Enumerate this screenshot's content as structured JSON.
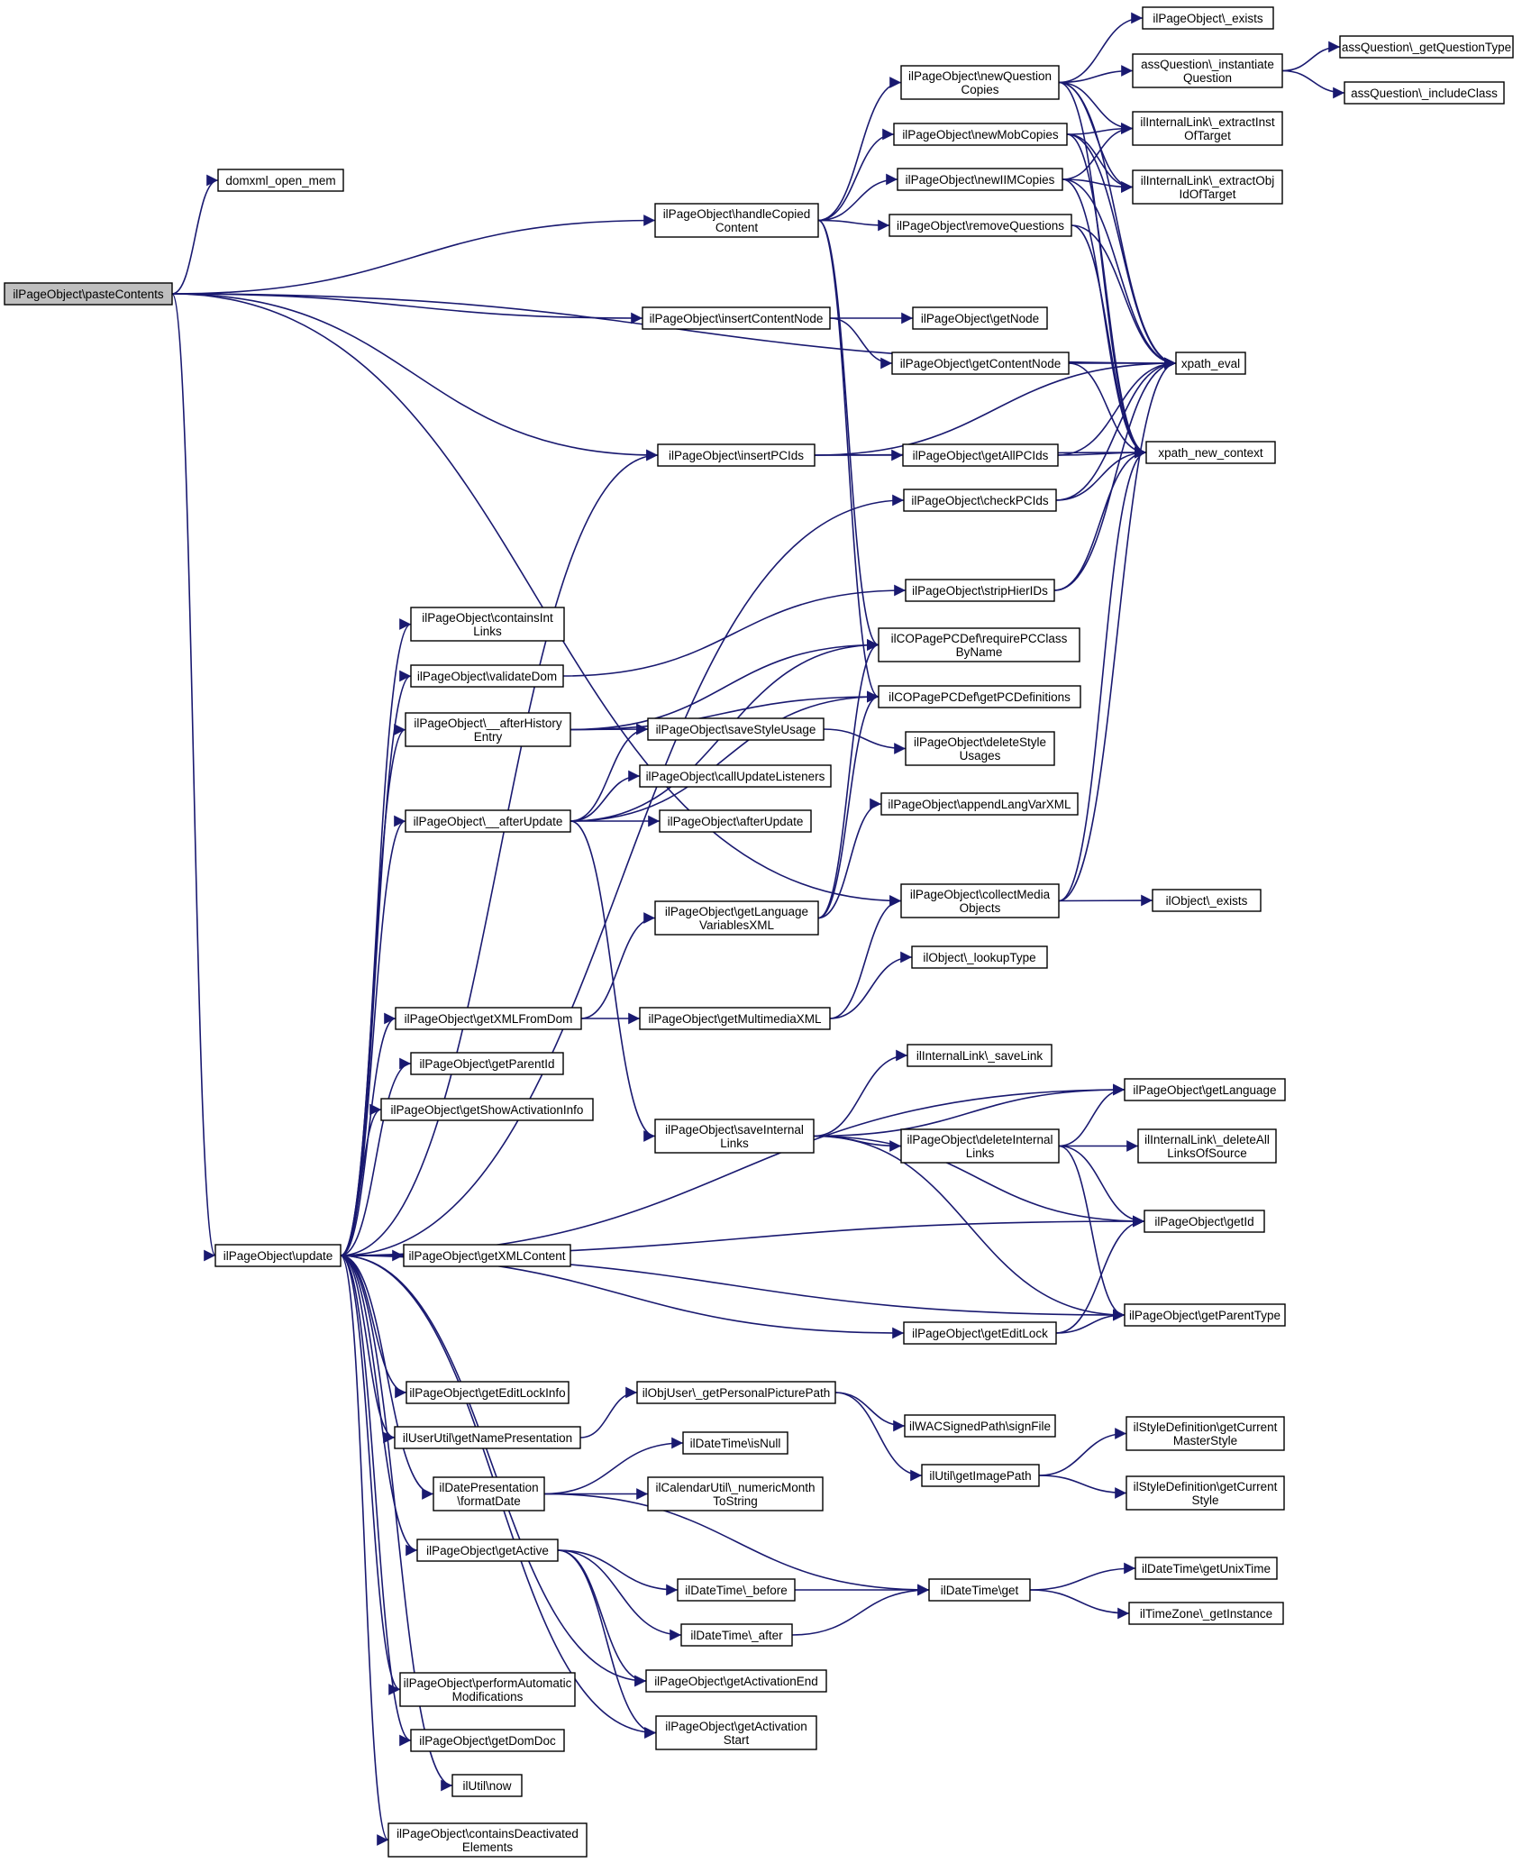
{
  "graph": {
    "edge_color": "#191970",
    "root_fill": "#bfbfbf",
    "nodes": [
      {
        "id": "n_root",
        "lines": [
          "ilPageObject\\pasteContents"
        ]
      },
      {
        "id": "n_domxml",
        "lines": [
          "domxml_open_mem"
        ]
      },
      {
        "id": "n_handleCopied",
        "lines": [
          "ilPageObject\\handleCopied",
          "Content"
        ]
      },
      {
        "id": "n_insertContentNode",
        "lines": [
          "ilPageObject\\insertContentNode"
        ]
      },
      {
        "id": "n_insertPCIds",
        "lines": [
          "ilPageObject\\insertPCIds"
        ]
      },
      {
        "id": "n_update",
        "lines": [
          "ilPageObject\\update"
        ]
      },
      {
        "id": "n_newQuestionCopies",
        "lines": [
          "ilPageObject\\newQuestion",
          "Copies"
        ]
      },
      {
        "id": "n_newMobCopies",
        "lines": [
          "ilPageObject\\newMobCopies"
        ]
      },
      {
        "id": "n_newIIMCopies",
        "lines": [
          "ilPageObject\\newIIMCopies"
        ]
      },
      {
        "id": "n_removeQuestions",
        "lines": [
          "ilPageObject\\removeQuestions"
        ]
      },
      {
        "id": "n_pageExists",
        "lines": [
          "ilPageObject\\_exists"
        ]
      },
      {
        "id": "n_assInstantiate",
        "lines": [
          "assQuestion\\_instantiate",
          "Question"
        ]
      },
      {
        "id": "n_assGetType",
        "lines": [
          "assQuestion\\_getQuestionType"
        ]
      },
      {
        "id": "n_assInclude",
        "lines": [
          "assQuestion\\_includeClass"
        ]
      },
      {
        "id": "n_extractInst",
        "lines": [
          "ilInternalLink\\_extractInst",
          "OfTarget"
        ]
      },
      {
        "id": "n_extractObj",
        "lines": [
          "ilInternalLink\\_extractObj",
          "IdOfTarget"
        ]
      },
      {
        "id": "n_xpathEval",
        "lines": [
          "xpath_eval"
        ]
      },
      {
        "id": "n_xpathNewContext",
        "lines": [
          "xpath_new_context"
        ]
      },
      {
        "id": "n_getNode",
        "lines": [
          "ilPageObject\\getNode"
        ]
      },
      {
        "id": "n_getContentNode",
        "lines": [
          "ilPageObject\\getContentNode"
        ]
      },
      {
        "id": "n_getAllPCIds",
        "lines": [
          "ilPageObject\\getAllPCIds"
        ]
      },
      {
        "id": "n_checkPCIds",
        "lines": [
          "ilPageObject\\checkPCIds"
        ]
      },
      {
        "id": "n_stripHierIDs",
        "lines": [
          "ilPageObject\\stripHierIDs"
        ]
      },
      {
        "id": "n_requirePCClass",
        "lines": [
          "ilCOPagePCDef\\requirePCClass",
          "ByName"
        ]
      },
      {
        "id": "n_getPCDefinitions",
        "lines": [
          "ilCOPagePCDef\\getPCDefinitions"
        ]
      },
      {
        "id": "n_containsIntLinks",
        "lines": [
          "ilPageObject\\containsInt",
          "Links"
        ]
      },
      {
        "id": "n_validateDom",
        "lines": [
          "ilPageObject\\validateDom"
        ]
      },
      {
        "id": "n_afterHistory",
        "lines": [
          "ilPageObject\\__afterHistory",
          "Entry"
        ]
      },
      {
        "id": "n_saveStyleUsage",
        "lines": [
          "ilPageObject\\saveStyleUsage"
        ]
      },
      {
        "id": "n_deleteStyleUsages",
        "lines": [
          "ilPageObject\\deleteStyle",
          "Usages"
        ]
      },
      {
        "id": "n_callUpdateListeners",
        "lines": [
          "ilPageObject\\callUpdateListeners"
        ]
      },
      {
        "id": "n_afterUpdatePriv",
        "lines": [
          "ilPageObject\\__afterUpdate"
        ]
      },
      {
        "id": "n_afterUpdate",
        "lines": [
          "ilPageObject\\afterUpdate"
        ]
      },
      {
        "id": "n_appendLangVar",
        "lines": [
          "ilPageObject\\appendLangVarXML"
        ]
      },
      {
        "id": "n_getLangVarsXML",
        "lines": [
          "ilPageObject\\getLanguage",
          "VariablesXML"
        ]
      },
      {
        "id": "n_collectMedia",
        "lines": [
          "ilPageObject\\collectMedia",
          "Objects"
        ]
      },
      {
        "id": "n_objExists",
        "lines": [
          "ilObject\\_exists"
        ]
      },
      {
        "id": "n_lookupType",
        "lines": [
          "ilObject\\_lookupType"
        ]
      },
      {
        "id": "n_getXMLFromDom",
        "lines": [
          "ilPageObject\\getXMLFromDom"
        ]
      },
      {
        "id": "n_getMultimediaXML",
        "lines": [
          "ilPageObject\\getMultimediaXML"
        ]
      },
      {
        "id": "n_getParentId",
        "lines": [
          "ilPageObject\\getParentId"
        ]
      },
      {
        "id": "n_getShowActivationInfo",
        "lines": [
          "ilPageObject\\getShowActivationInfo"
        ]
      },
      {
        "id": "n_saveLink",
        "lines": [
          "ilInternalLink\\_saveLink"
        ]
      },
      {
        "id": "n_getLanguage",
        "lines": [
          "ilPageObject\\getLanguage"
        ]
      },
      {
        "id": "n_saveInternalLinks",
        "lines": [
          "ilPageObject\\saveInternal",
          "Links"
        ]
      },
      {
        "id": "n_deleteInternalLinks",
        "lines": [
          "ilPageObject\\deleteInternal",
          "Links"
        ]
      },
      {
        "id": "n_deleteAllLinks",
        "lines": [
          "ilInternalLink\\_deleteAll",
          "LinksOfSource"
        ]
      },
      {
        "id": "n_getId",
        "lines": [
          "ilPageObject\\getId"
        ]
      },
      {
        "id": "n_getXMLContent",
        "lines": [
          "ilPageObject\\getXMLContent"
        ]
      },
      {
        "id": "n_getEditLock",
        "lines": [
          "ilPageObject\\getEditLock"
        ]
      },
      {
        "id": "n_getParentType",
        "lines": [
          "ilPageObject\\getParentType"
        ]
      },
      {
        "id": "n_getEditLockInfo",
        "lines": [
          "ilPageObject\\getEditLockInfo"
        ]
      },
      {
        "id": "n_getPersonalPicturePath",
        "lines": [
          "ilObjUser\\_getPersonalPicturePath"
        ]
      },
      {
        "id": "n_getNamePresentation",
        "lines": [
          "ilUserUtil\\getNamePresentation"
        ]
      },
      {
        "id": "n_signFile",
        "lines": [
          "ilWACSignedPath\\signFile"
        ]
      },
      {
        "id": "n_getImagePath",
        "lines": [
          "ilUtil\\getImagePath"
        ]
      },
      {
        "id": "n_getCurrentMasterStyle",
        "lines": [
          "ilStyleDefinition\\getCurrent",
          "MasterStyle"
        ]
      },
      {
        "id": "n_getCurrentStyle",
        "lines": [
          "ilStyleDefinition\\getCurrent",
          "Style"
        ]
      },
      {
        "id": "n_isNull",
        "lines": [
          "ilDateTime\\isNull"
        ]
      },
      {
        "id": "n_formatDate",
        "lines": [
          "ilDatePresentation",
          "\\formatDate"
        ]
      },
      {
        "id": "n_numericMonth",
        "lines": [
          "ilCalendarUtil\\_numericMonth",
          "ToString"
        ]
      },
      {
        "id": "n_getActive",
        "lines": [
          "ilPageObject\\getActive"
        ]
      },
      {
        "id": "n_before",
        "lines": [
          "ilDateTime\\_before"
        ]
      },
      {
        "id": "n_dtGet",
        "lines": [
          "ilDateTime\\get"
        ]
      },
      {
        "id": "n_getUnixTime",
        "lines": [
          "ilDateTime\\getUnixTime"
        ]
      },
      {
        "id": "n_getInstance",
        "lines": [
          "ilTimeZone\\_getInstance"
        ]
      },
      {
        "id": "n_after",
        "lines": [
          "ilDateTime\\_after"
        ]
      },
      {
        "id": "n_getActivationEnd",
        "lines": [
          "ilPageObject\\getActivationEnd"
        ]
      },
      {
        "id": "n_getActivationStart",
        "lines": [
          "ilPageObject\\getActivation",
          "Start"
        ]
      },
      {
        "id": "n_performAuto",
        "lines": [
          "ilPageObject\\performAutomatic",
          "Modifications"
        ]
      },
      {
        "id": "n_getDomDoc",
        "lines": [
          "ilPageObject\\getDomDoc"
        ]
      },
      {
        "id": "n_utilNow",
        "lines": [
          "ilUtil\\now"
        ]
      },
      {
        "id": "n_containsDeactivated",
        "lines": [
          "ilPageObject\\containsDeactivated",
          "Elements"
        ]
      }
    ],
    "edges": [
      [
        "n_root",
        "n_domxml"
      ],
      [
        "n_root",
        "n_handleCopied"
      ],
      [
        "n_root",
        "n_xpathEval"
      ],
      [
        "n_root",
        "n_insertContentNode"
      ],
      [
        "n_root",
        "n_insertPCIds"
      ],
      [
        "n_root",
        "n_update"
      ],
      [
        "n_root",
        "n_collectMedia"
      ],
      [
        "n_handleCopied",
        "n_newQuestionCopies"
      ],
      [
        "n_handleCopied",
        "n_newMobCopies"
      ],
      [
        "n_handleCopied",
        "n_newIIMCopies"
      ],
      [
        "n_handleCopied",
        "n_removeQuestions"
      ],
      [
        "n_handleCopied",
        "n_requirePCClass"
      ],
      [
        "n_handleCopied",
        "n_getPCDefinitions"
      ],
      [
        "n_newQuestionCopies",
        "n_pageExists"
      ],
      [
        "n_newQuestionCopies",
        "n_assInstantiate"
      ],
      [
        "n_newQuestionCopies",
        "n_extractInst"
      ],
      [
        "n_newQuestionCopies",
        "n_extractObj"
      ],
      [
        "n_newQuestionCopies",
        "n_xpathEval"
      ],
      [
        "n_newQuestionCopies",
        "n_xpathNewContext"
      ],
      [
        "n_assInstantiate",
        "n_assGetType"
      ],
      [
        "n_assInstantiate",
        "n_assInclude"
      ],
      [
        "n_newMobCopies",
        "n_extractInst"
      ],
      [
        "n_newMobCopies",
        "n_extractObj"
      ],
      [
        "n_newMobCopies",
        "n_xpathEval"
      ],
      [
        "n_newMobCopies",
        "n_xpathNewContext"
      ],
      [
        "n_newIIMCopies",
        "n_extractInst"
      ],
      [
        "n_newIIMCopies",
        "n_extractObj"
      ],
      [
        "n_newIIMCopies",
        "n_xpathEval"
      ],
      [
        "n_newIIMCopies",
        "n_xpathNewContext"
      ],
      [
        "n_removeQuestions",
        "n_xpathEval"
      ],
      [
        "n_removeQuestions",
        "n_xpathNewContext"
      ],
      [
        "n_insertContentNode",
        "n_getNode"
      ],
      [
        "n_insertContentNode",
        "n_getContentNode"
      ],
      [
        "n_getContentNode",
        "n_xpathEval"
      ],
      [
        "n_getContentNode",
        "n_xpathNewContext"
      ],
      [
        "n_insertPCIds",
        "n_getAllPCIds"
      ],
      [
        "n_insertPCIds",
        "n_xpathEval"
      ],
      [
        "n_insertPCIds",
        "n_xpathNewContext"
      ],
      [
        "n_getAllPCIds",
        "n_xpathEval"
      ],
      [
        "n_getAllPCIds",
        "n_xpathNewContext"
      ],
      [
        "n_checkPCIds",
        "n_xpathEval"
      ],
      [
        "n_checkPCIds",
        "n_xpathNewContext"
      ],
      [
        "n_stripHierIDs",
        "n_xpathEval"
      ],
      [
        "n_stripHierIDs",
        "n_xpathNewContext"
      ],
      [
        "n_update",
        "n_insertPCIds"
      ],
      [
        "n_update",
        "n_checkPCIds"
      ],
      [
        "n_update",
        "n_containsIntLinks"
      ],
      [
        "n_update",
        "n_validateDom"
      ],
      [
        "n_update",
        "n_afterHistory"
      ],
      [
        "n_update",
        "n_afterUpdatePriv"
      ],
      [
        "n_update",
        "n_getXMLFromDom"
      ],
      [
        "n_update",
        "n_getParentId"
      ],
      [
        "n_update",
        "n_getShowActivationInfo"
      ],
      [
        "n_update",
        "n_getLanguage"
      ],
      [
        "n_update",
        "n_getId"
      ],
      [
        "n_update",
        "n_getXMLContent"
      ],
      [
        "n_update",
        "n_getEditLock"
      ],
      [
        "n_update",
        "n_getParentType"
      ],
      [
        "n_update",
        "n_getEditLockInfo"
      ],
      [
        "n_update",
        "n_getNamePresentation"
      ],
      [
        "n_update",
        "n_formatDate"
      ],
      [
        "n_update",
        "n_getActive"
      ],
      [
        "n_update",
        "n_getActivationEnd"
      ],
      [
        "n_update",
        "n_getActivationStart"
      ],
      [
        "n_update",
        "n_performAuto"
      ],
      [
        "n_update",
        "n_getDomDoc"
      ],
      [
        "n_update",
        "n_utilNow"
      ],
      [
        "n_update",
        "n_containsDeactivated"
      ],
      [
        "n_validateDom",
        "n_stripHierIDs"
      ],
      [
        "n_afterHistory",
        "n_requirePCClass"
      ],
      [
        "n_afterHistory",
        "n_getPCDefinitions"
      ],
      [
        "n_afterHistory",
        "n_saveStyleUsage"
      ],
      [
        "n_afterUpdatePriv",
        "n_saveStyleUsage"
      ],
      [
        "n_afterUpdatePriv",
        "n_callUpdateListeners"
      ],
      [
        "n_afterUpdatePriv",
        "n_afterUpdate"
      ],
      [
        "n_afterUpdatePriv",
        "n_requirePCClass"
      ],
      [
        "n_afterUpdatePriv",
        "n_getPCDefinitions"
      ],
      [
        "n_afterUpdatePriv",
        "n_saveInternalLinks"
      ],
      [
        "n_saveStyleUsage",
        "n_deleteStyleUsages"
      ],
      [
        "n_getXMLFromDom",
        "n_getLangVarsXML"
      ],
      [
        "n_getXMLFromDom",
        "n_getMultimediaXML"
      ],
      [
        "n_getLangVarsXML",
        "n_appendLangVar"
      ],
      [
        "n_getLangVarsXML",
        "n_requirePCClass"
      ],
      [
        "n_getLangVarsXML",
        "n_getPCDefinitions"
      ],
      [
        "n_getMultimediaXML",
        "n_collectMedia"
      ],
      [
        "n_getMultimediaXML",
        "n_lookupType"
      ],
      [
        "n_collectMedia",
        "n_objExists"
      ],
      [
        "n_collectMedia",
        "n_xpathEval"
      ],
      [
        "n_collectMedia",
        "n_xpathNewContext"
      ],
      [
        "n_saveInternalLinks",
        "n_saveLink"
      ],
      [
        "n_saveInternalLinks",
        "n_getLanguage"
      ],
      [
        "n_saveInternalLinks",
        "n_deleteInternalLinks"
      ],
      [
        "n_saveInternalLinks",
        "n_getId"
      ],
      [
        "n_saveInternalLinks",
        "n_getParentType"
      ],
      [
        "n_deleteInternalLinks",
        "n_getLanguage"
      ],
      [
        "n_deleteInternalLinks",
        "n_deleteAllLinks"
      ],
      [
        "n_deleteInternalLinks",
        "n_getId"
      ],
      [
        "n_deleteInternalLinks",
        "n_getParentType"
      ],
      [
        "n_getEditLock",
        "n_getId"
      ],
      [
        "n_getEditLock",
        "n_getParentType"
      ],
      [
        "n_getNamePresentation",
        "n_getPersonalPicturePath"
      ],
      [
        "n_getPersonalPicturePath",
        "n_signFile"
      ],
      [
        "n_getPersonalPicturePath",
        "n_getImagePath"
      ],
      [
        "n_getImagePath",
        "n_getCurrentMasterStyle"
      ],
      [
        "n_getImagePath",
        "n_getCurrentStyle"
      ],
      [
        "n_formatDate",
        "n_isNull"
      ],
      [
        "n_formatDate",
        "n_numericMonth"
      ],
      [
        "n_formatDate",
        "n_dtGet"
      ],
      [
        "n_getActive",
        "n_before"
      ],
      [
        "n_getActive",
        "n_after"
      ],
      [
        "n_getActive",
        "n_getActivationEnd"
      ],
      [
        "n_getActive",
        "n_getActivationStart"
      ],
      [
        "n_before",
        "n_dtGet"
      ],
      [
        "n_after",
        "n_dtGet"
      ],
      [
        "n_dtGet",
        "n_getUnixTime"
      ],
      [
        "n_dtGet",
        "n_getInstance"
      ]
    ]
  }
}
